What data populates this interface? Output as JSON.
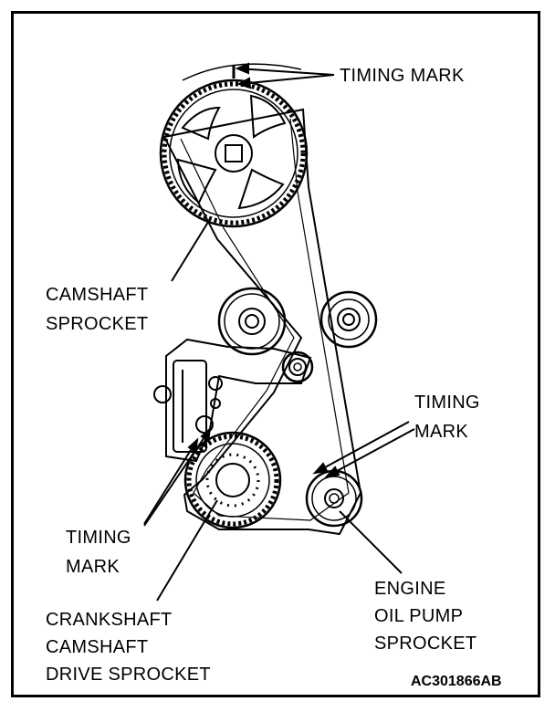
{
  "labels": {
    "timing_mark_top": "TIMING MARK",
    "camshaft_sprocket": [
      "CAMSHAFT",
      "SPROCKET"
    ],
    "timing_mark_right": [
      "TIMING",
      "MARK"
    ],
    "timing_mark_left": [
      "TIMING",
      "MARK"
    ],
    "crankshaft": [
      "CRANKSHAFT",
      "CAMSHAFT",
      "DRIVE SPROCKET"
    ],
    "oil_pump": [
      "ENGINE",
      "OIL PUMP",
      "SPROCKET"
    ]
  },
  "figure_code": "AC301866AB"
}
